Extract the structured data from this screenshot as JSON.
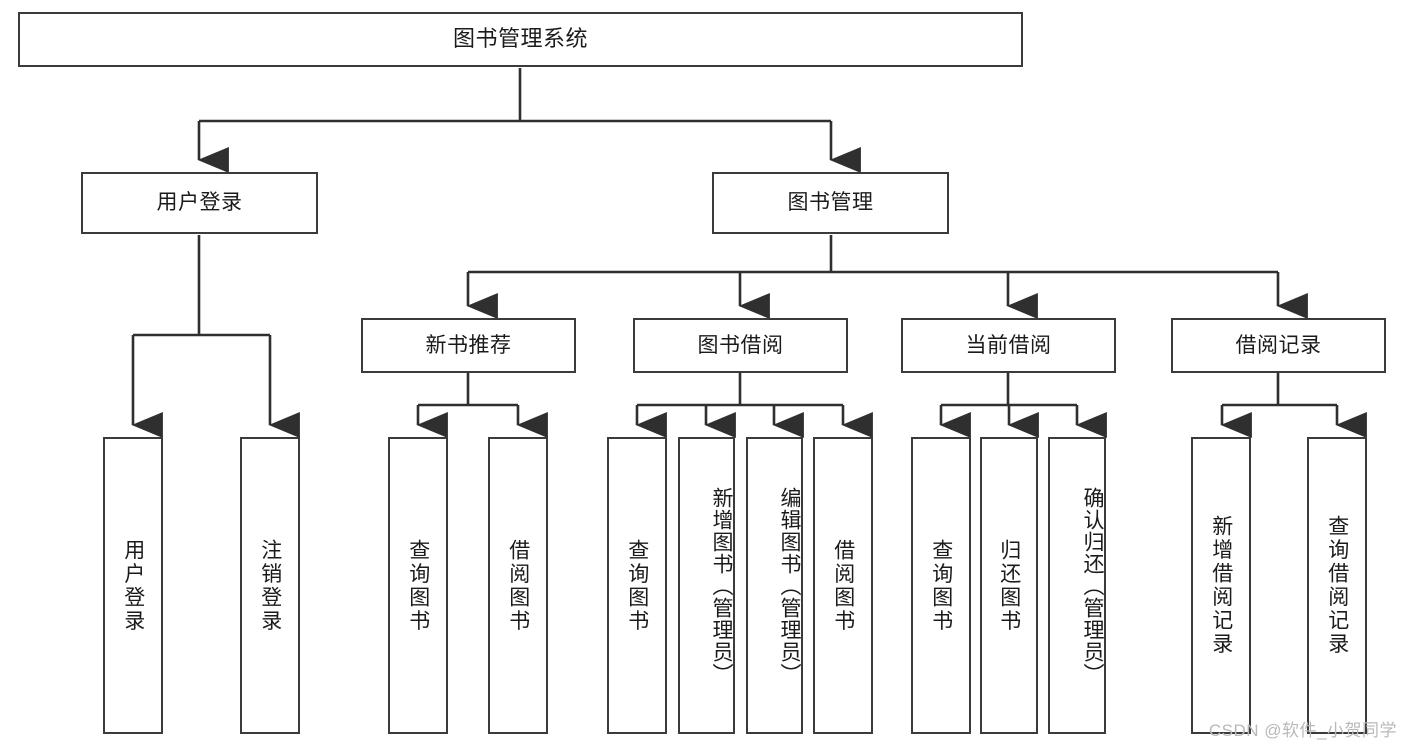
{
  "diagram": {
    "title": "图书管理系统",
    "type": "tree",
    "watermark": "CSDN @软件_小贺同学",
    "colors": {
      "box_border": "#3b3b3b",
      "box_fill": "#ffffff",
      "connector": "#2f2f2f",
      "text": "#1b1b1b",
      "watermark": "#b9b9b9",
      "background": "#ffffff"
    },
    "root": {
      "label": "图书管理系统",
      "orientation": "horizontal"
    },
    "level2": [
      {
        "label": "用户登录",
        "orientation": "horizontal"
      },
      {
        "label": "图书管理",
        "orientation": "horizontal"
      }
    ],
    "level3": [
      {
        "label": "新书推荐",
        "orientation": "horizontal",
        "parent": "图书管理"
      },
      {
        "label": "图书借阅",
        "orientation": "horizontal",
        "parent": "图书管理"
      },
      {
        "label": "当前借阅",
        "orientation": "horizontal",
        "parent": "图书管理"
      },
      {
        "label": "借阅记录",
        "orientation": "horizontal",
        "parent": "图书管理"
      }
    ],
    "leaves": {
      "user_login": [
        {
          "label": "用户登录",
          "orientation": "vertical"
        },
        {
          "label": "注销登录",
          "orientation": "vertical"
        }
      ],
      "new_book_recommend": [
        {
          "label": "查询图书",
          "orientation": "vertical"
        },
        {
          "label": "借阅图书",
          "orientation": "vertical"
        }
      ],
      "book_borrow": [
        {
          "label": "查询图书",
          "orientation": "vertical"
        },
        {
          "label": "新增图书（管理员）",
          "orientation": "vertical"
        },
        {
          "label": "编辑图书（管理员）",
          "orientation": "vertical"
        },
        {
          "label": "借阅图书",
          "orientation": "vertical"
        }
      ],
      "current_borrow": [
        {
          "label": "查询图书",
          "orientation": "vertical"
        },
        {
          "label": "归还图书",
          "orientation": "vertical"
        },
        {
          "label": "确认归还（管理员）",
          "orientation": "vertical"
        }
      ],
      "borrow_record": [
        {
          "label": "新增借阅记录",
          "orientation": "vertical"
        },
        {
          "label": "查询借阅记录",
          "orientation": "vertical"
        }
      ]
    }
  }
}
